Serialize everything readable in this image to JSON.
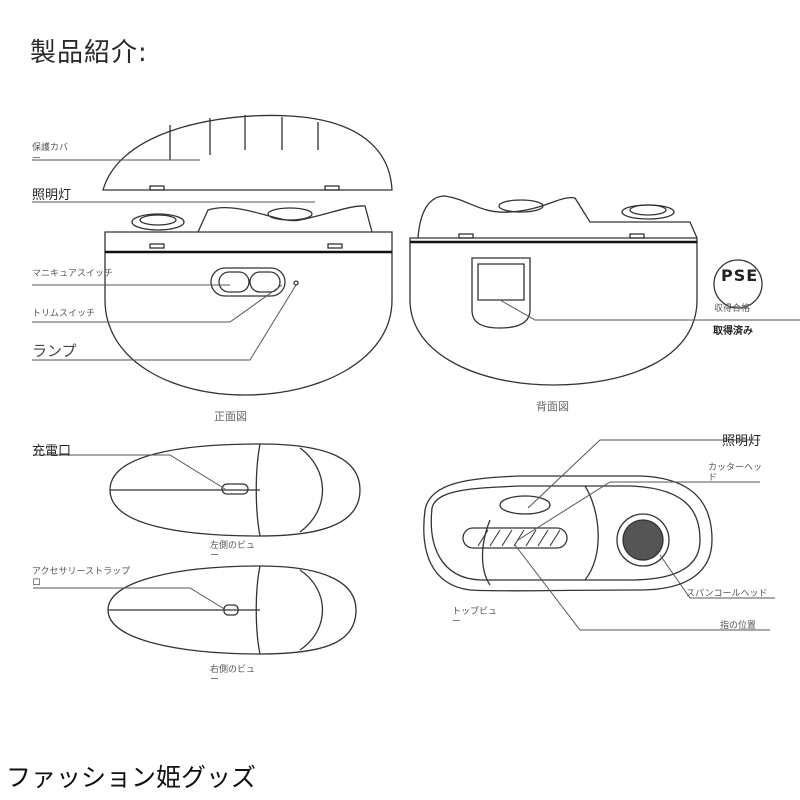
{
  "title": "製品紹介:",
  "labels": {
    "cover": "保護カバ",
    "cover_cont": "ー",
    "light": "照明灯",
    "manicure_switch": "マニキュアスイッチ",
    "trim_switch": "トリムスイッチ",
    "lamp": "ランプ",
    "charge_port": "充電口",
    "strap_port": "アクセサリーストラップ",
    "strap_port_cont": "ロ",
    "light_top": "照明灯",
    "cutter_head": "カッターヘッ",
    "cutter_head_cont": "ド",
    "spangle_head": "スパンコールヘッド",
    "finger_pos": "指の位置"
  },
  "captions": {
    "front": "正面図",
    "back": "背面図",
    "left": "左側のビュ",
    "left_cont": "ー",
    "right": "右側のビュ",
    "right_cont": "ー",
    "top": "トップビュ",
    "top_cont": "ー"
  },
  "pse": {
    "mark": "PSE",
    "cert_text": "取得済み",
    "small_text": "収得合格"
  },
  "footer": "ファッション姫グッズ"
}
